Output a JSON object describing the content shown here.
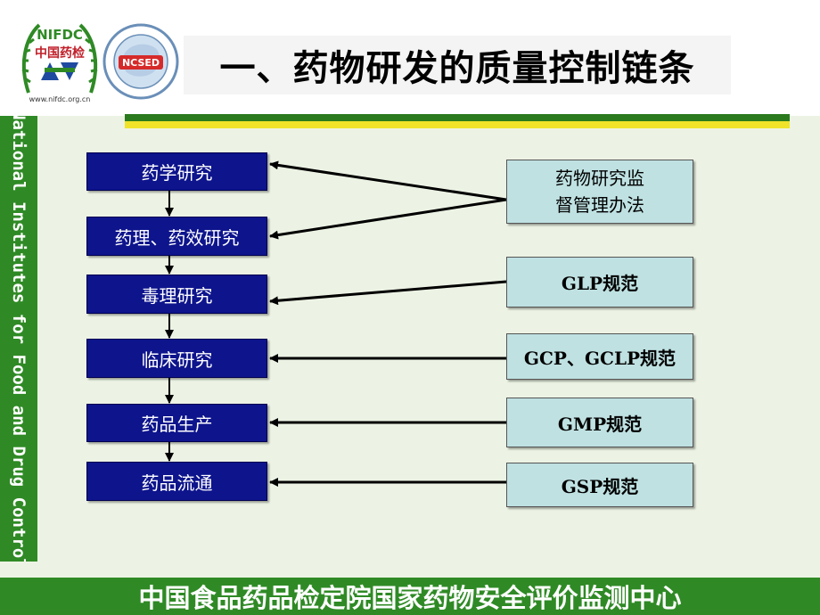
{
  "title": "一、药物研发的质量控制链条",
  "side_text": "National Institutes for Food and Drug Control",
  "footer": "中国食品药品检定院国家药物安全评价监测中心",
  "logo_left": {
    "top_text": "NIFDC",
    "center_text": "中国药检",
    "url_text": "www.nifdc.org.cn"
  },
  "logo_right": {
    "text": "NCSED"
  },
  "steps": [
    "药学研究",
    "药理、药效研究",
    "毒理研究",
    "临床研究",
    "药品生产",
    "药品流通"
  ],
  "regs": [
    {
      "line1": "药物研究监",
      "line2": "督管理办法"
    },
    {
      "text": "GLP规范"
    },
    {
      "text": "GCP、GCLP规范"
    },
    {
      "text": "GMP规范"
    },
    {
      "text": "GSP规范"
    }
  ],
  "colors": {
    "step_fill": "#0d148c",
    "reg_fill": "#bfe1e2",
    "band": "#2f8a25",
    "accent_yellow": "#f0e32a",
    "background": "#ecf3e4"
  }
}
